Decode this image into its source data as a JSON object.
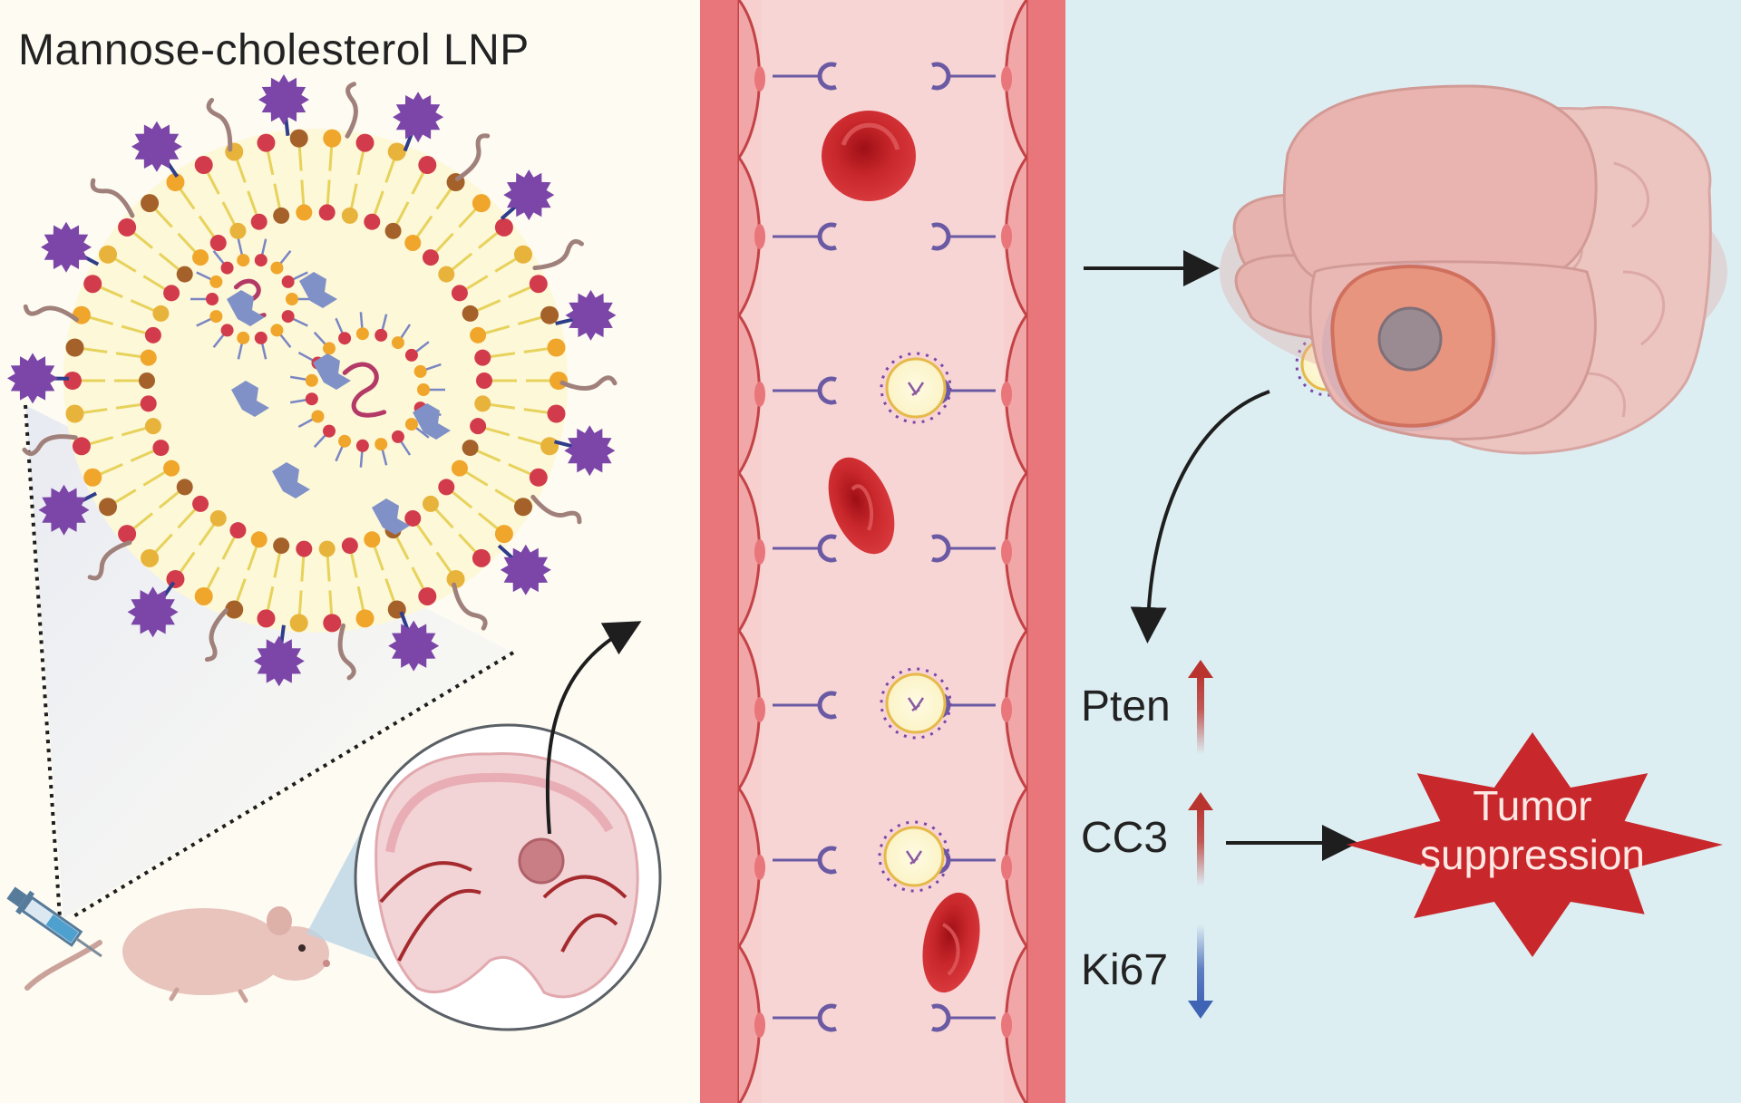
{
  "title": "Mannose-cholesterol LNP",
  "markers": [
    {
      "label": "Pten",
      "direction": "up",
      "color": "#b9342f"
    },
    {
      "label": "CC3",
      "direction": "up",
      "color": "#b9342f"
    },
    {
      "label": "Ki67",
      "direction": "down",
      "color": "#3f63b5"
    }
  ],
  "outcome": {
    "line1": "Tumor",
    "line2": "suppression"
  },
  "colors": {
    "background_left": "#fdfbf2",
    "background_right": "#ddeef3",
    "vessel_wall": "#e8767a",
    "vessel_lumen": "#f8d5d5",
    "red_blood_cell": "#c8272b",
    "mannose": "#7b46a8",
    "starburst": "#c8272b",
    "brain": "#e9b4b0",
    "tumor": "#9a8a92"
  }
}
